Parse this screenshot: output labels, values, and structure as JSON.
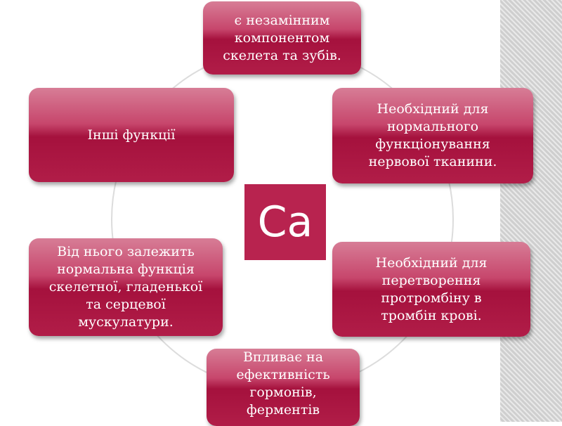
{
  "center": {
    "label": "Ca"
  },
  "nodes": {
    "top": "є незамінним\nкомпонентом\nскелета та зубів.",
    "top_right": "Необхідний для\nнормального\nфункціонування\nнервової тканини.",
    "bottom_right": "Необхідний для\nперетворення\nпротромбіну в\nтромбін крові.",
    "bottom": "Впливає на\nефективність\nгормонів,\nферментів",
    "bottom_left": "Від нього залежить\nнормальна функція\nскелетної, гладенької\nта серцевої\nмускулатури.",
    "top_left": "Інші функції"
  },
  "colors": {
    "accent": "#b8234f",
    "ring": "#dcdcdc"
  }
}
